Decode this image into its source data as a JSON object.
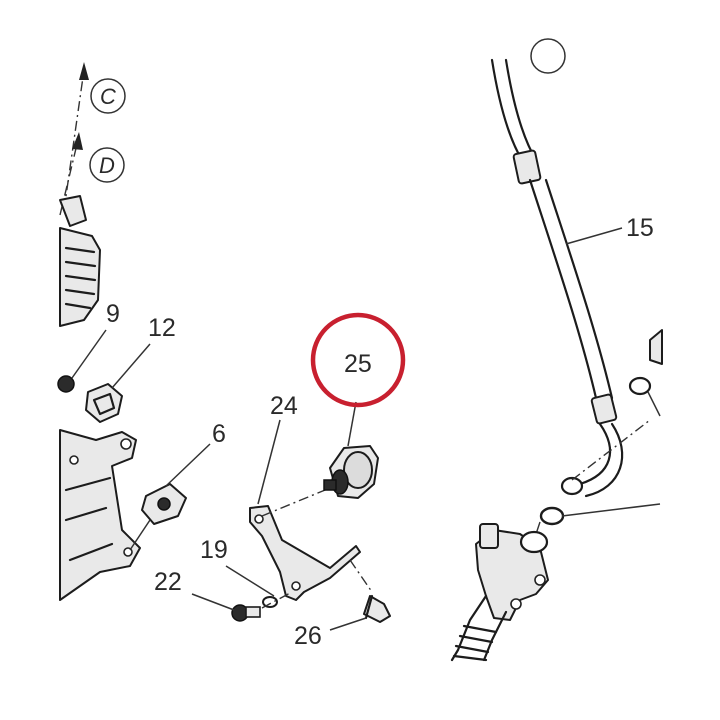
{
  "callouts": {
    "c9": "9",
    "c12": "12",
    "c6": "6",
    "c24": "24",
    "c25": "25",
    "c19": "19",
    "c22": "22",
    "c26": "26",
    "c15": "15"
  },
  "references": {
    "refC": "C",
    "refD": "D"
  },
  "highlight": {
    "color": "#c8202f",
    "target": "25"
  }
}
